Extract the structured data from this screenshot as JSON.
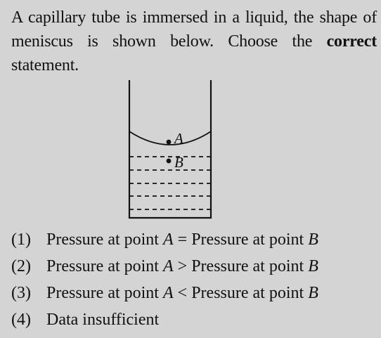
{
  "question": {
    "text_before_bold": "A capillary tube is immersed in a liquid, the shape of meniscus is shown below. Choose the ",
    "bold_word": "correct",
    "text_after_bold": " statement."
  },
  "diagram": {
    "label_a": "A",
    "label_b": "B"
  },
  "options": [
    {
      "num": "(1)",
      "before_a": "Pressure at point ",
      "point_a": "A",
      "relation": " = ",
      "before_b": "Pressure at point ",
      "point_b": "B"
    },
    {
      "num": "(2)",
      "before_a": "Pressure at point ",
      "point_a": "A",
      "relation": " > ",
      "before_b": "Pressure at point ",
      "point_b": "B"
    },
    {
      "num": "(3)",
      "before_a": "Pressure at point ",
      "point_a": "A",
      "relation": " < ",
      "before_b": "Pressure at point ",
      "point_b": "B"
    },
    {
      "num": "(4)",
      "text": "Data insufficient"
    }
  ]
}
